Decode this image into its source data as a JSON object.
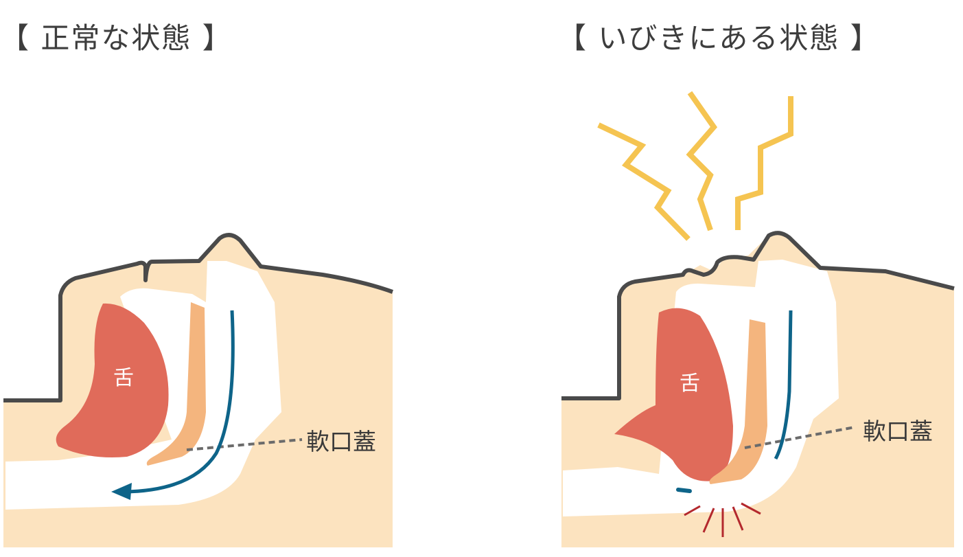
{
  "panels": {
    "normal": {
      "title": "【 正常な状態 】",
      "tongue_label": "舌",
      "soft_palate_label": "軟口蓋"
    },
    "snoring": {
      "title": "【 いびきにある状態 】",
      "tongue_label": "舌",
      "soft_palate_label": "軟口蓋"
    }
  },
  "colors": {
    "skin": "#FCE3BF",
    "outline": "#4a4a4a",
    "tongue": "#E06B5A",
    "soft_palate": "#F4B57E",
    "airflow": "#0E6489",
    "snore_lines": "#F5C451",
    "vibration": "#B3282D",
    "leader": "#6b6b6b"
  }
}
